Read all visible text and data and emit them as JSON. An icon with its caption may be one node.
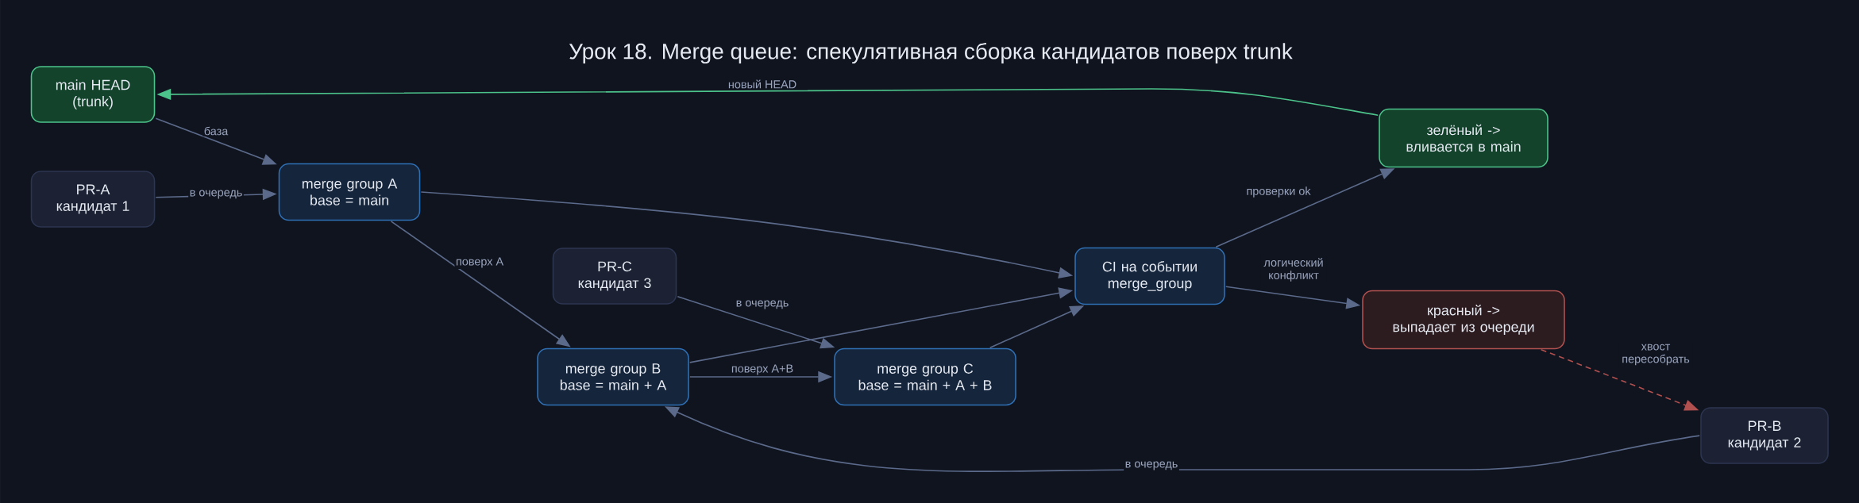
{
  "diagram": {
    "title": "Урок 18. Merge queue: спекулятивная сборка кандидатов поверх trunk",
    "nodes": [
      {
        "text": [
          "main HEAD (trunk)"
        ]
      },
      {
        "text": [
          "PR-A кандидат 1"
        ]
      },
      {
        "text": [
          "merge group A base = main"
        ]
      },
      {
        "text": [
          "PR-C кандидат 3"
        ]
      },
      {
        "text": [
          "merge group B base = main + A"
        ]
      },
      {
        "text": [
          "merge group C base = main + A + B"
        ]
      },
      {
        "text": [
          "CI на событии merge_group"
        ]
      },
      {
        "text": [
          "зелёный -> вливается в main"
        ]
      },
      {
        "text": [
          "красный -> выпадает из очереди"
        ]
      },
      {
        "text": [
          "PR-B кандидат 2"
        ]
      }
    ],
    "edges": [
      {
        "from": 0,
        "to": 2,
        "arrow": "to",
        "label": "база"
      },
      {
        "from": 1,
        "to": 2,
        "arrow": "to",
        "label": "в очередь"
      },
      {
        "from": 2,
        "to": 6,
        "arrow": "to"
      },
      {
        "from": 2,
        "to": 4,
        "arrow": "to",
        "label": "поверх A"
      },
      {
        "from": 3,
        "to": 5,
        "arrow": "to",
        "label": "в очередь"
      },
      {
        "from": 4,
        "to": 6,
        "arrow": "to"
      },
      {
        "from": 4,
        "to": 5,
        "arrow": "to",
        "label": "поверх A+B"
      },
      {
        "from": 5,
        "to": 6,
        "arrow": "to"
      },
      {
        "from": 6,
        "to": 7,
        "arrow": "to",
        "label": "проверки ok"
      },
      {
        "from": 6,
        "to": 8,
        "arrow": "to",
        "label": "логический конфликт"
      },
      {
        "from": 7,
        "to": 0,
        "arrow": "to",
        "label": "новый HEAD",
        "color": "#4cc38a"
      },
      {
        "from": 8,
        "to": 9,
        "arrow": "to",
        "label": "хвост пересобрать",
        "style": "dashed",
        "color": "#b0504f"
      },
      {
        "from": 9,
        "to": 4,
        "arrow": "to",
        "label": "в очередь"
      }
    ]
  }
}
